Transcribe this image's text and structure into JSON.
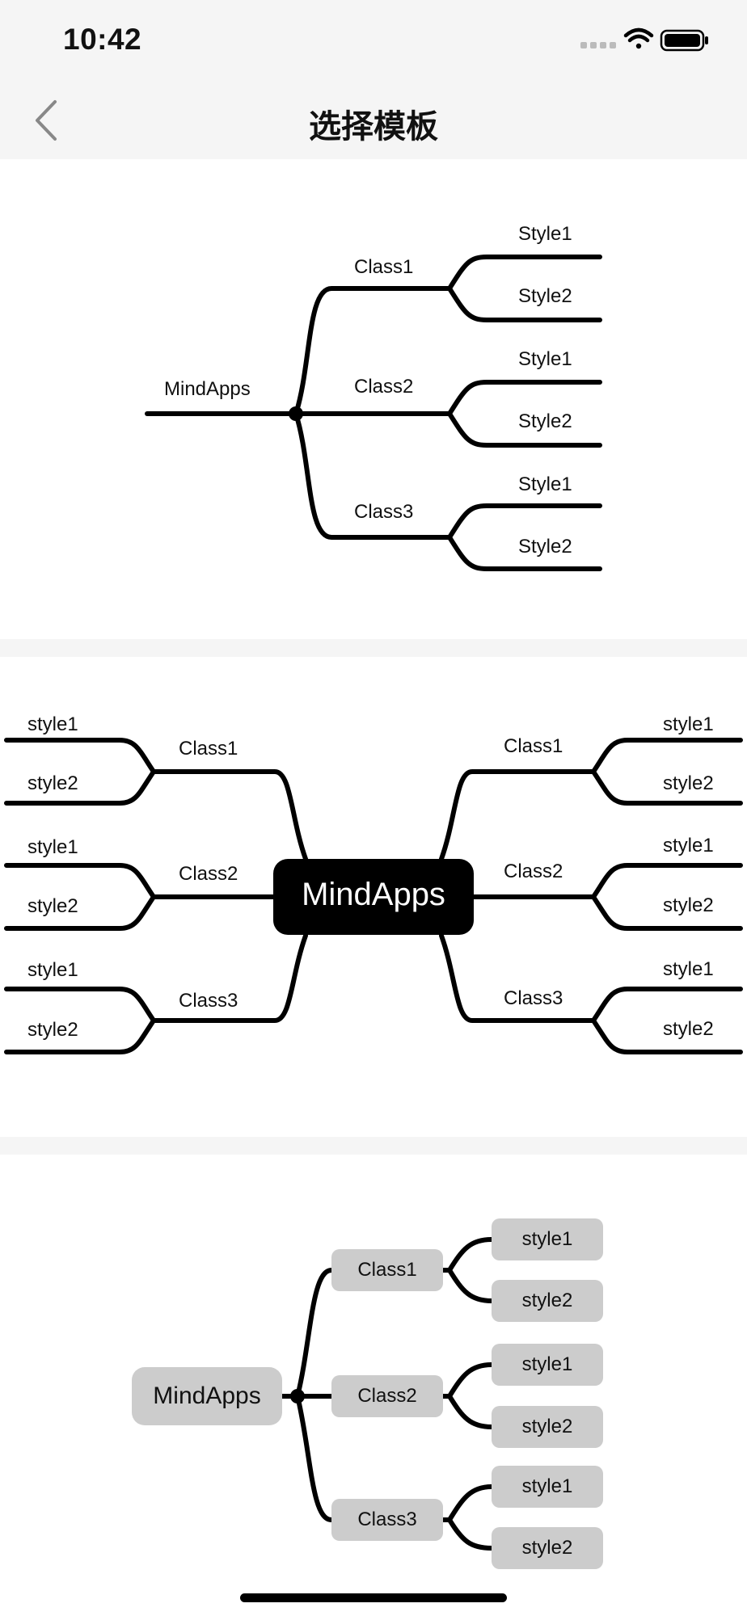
{
  "status_bar": {
    "time": "10:42"
  },
  "nav": {
    "title": "选择模板"
  },
  "templates": [
    {
      "root": "MindApps",
      "classes": [
        {
          "label": "Class1",
          "styles": [
            "Style1",
            "Style2"
          ]
        },
        {
          "label": "Class2",
          "styles": [
            "Style1",
            "Style2"
          ]
        },
        {
          "label": "Class3",
          "styles": [
            "Style1",
            "Style2"
          ]
        }
      ]
    },
    {
      "root": "MindApps",
      "left_classes": [
        {
          "label": "Class1",
          "styles": [
            "style1",
            "style2"
          ]
        },
        {
          "label": "Class2",
          "styles": [
            "style1",
            "style2"
          ]
        },
        {
          "label": "Class3",
          "styles": [
            "style1",
            "style2"
          ]
        }
      ],
      "right_classes": [
        {
          "label": "Class1",
          "styles": [
            "style1",
            "style2"
          ]
        },
        {
          "label": "Class2",
          "styles": [
            "style1",
            "style2"
          ]
        },
        {
          "label": "Class3",
          "styles": [
            "style1",
            "style2"
          ]
        }
      ]
    },
    {
      "root": "MindApps",
      "classes": [
        {
          "label": "Class1",
          "styles": [
            "style1",
            "style2"
          ]
        },
        {
          "label": "Class2",
          "styles": [
            "style1",
            "style2"
          ]
        },
        {
          "label": "Class3",
          "styles": [
            "style1",
            "style2"
          ]
        }
      ]
    }
  ]
}
